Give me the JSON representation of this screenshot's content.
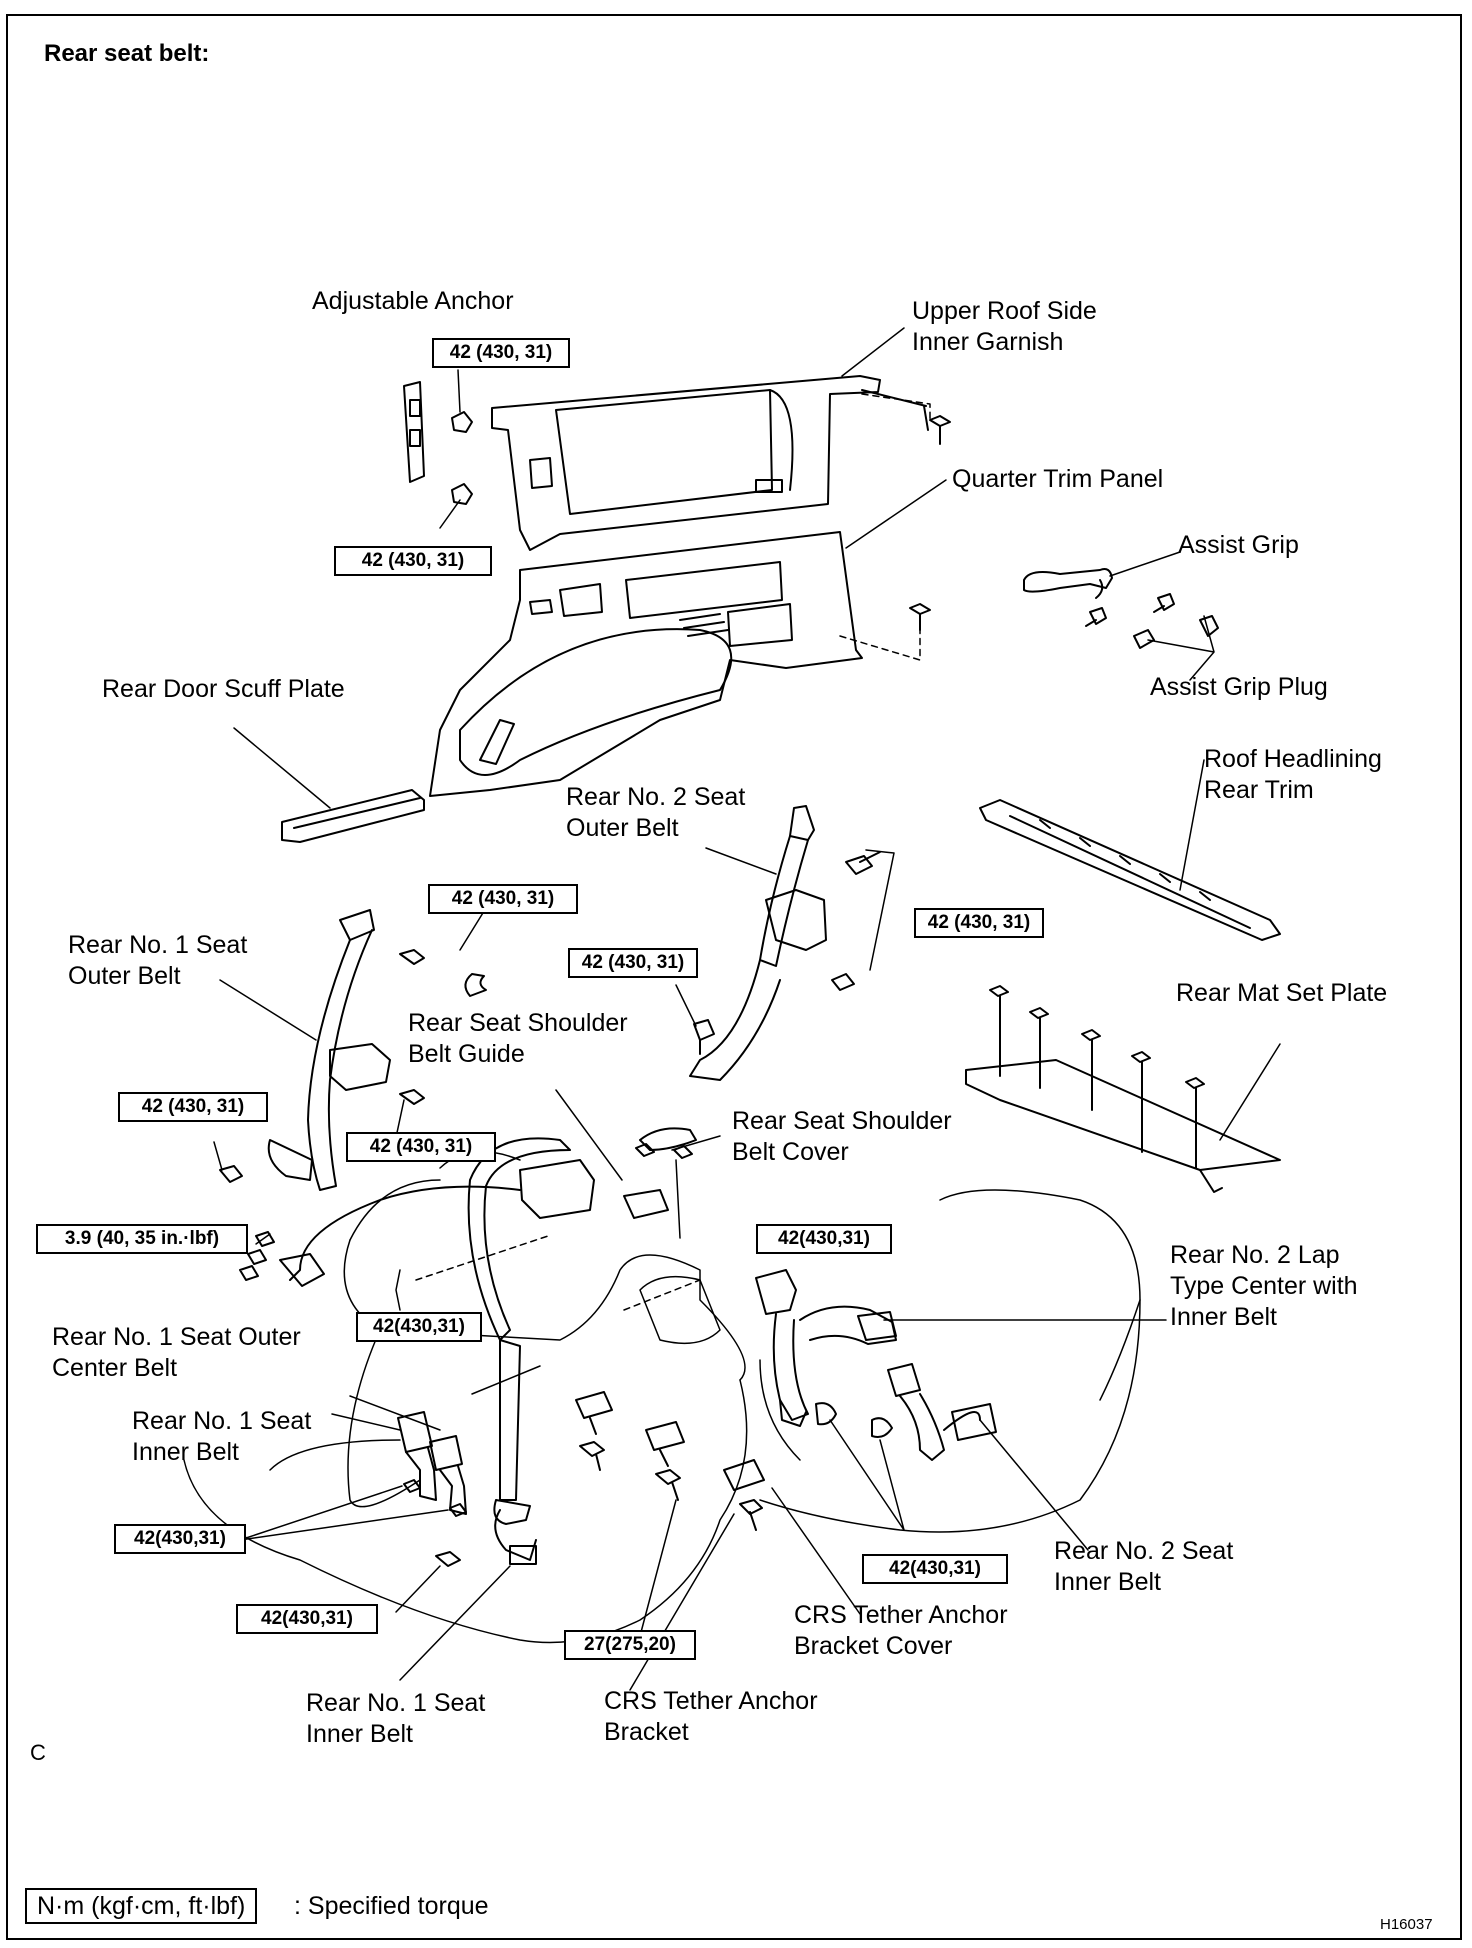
{
  "title": "Rear seat belt:",
  "labels": {
    "adjustable_anchor": "Adjustable Anchor",
    "upper_roof_side": [
      "Upper Roof Side",
      "Inner Garnish"
    ],
    "quarter_trim_panel": "Quarter Trim Panel",
    "assist_grip": "Assist Grip",
    "assist_grip_plug": "Assist Grip Plug",
    "rear_door_scuff_plate": "Rear Door Scuff Plate",
    "roof_headlining": [
      "Roof Headlining",
      "Rear Trim"
    ],
    "rear_no2_seat_outer_belt": [
      "Rear No. 2 Seat",
      "Outer Belt"
    ],
    "rear_no1_seat_outer_belt": [
      "Rear No. 1 Seat",
      "Outer Belt"
    ],
    "rear_mat_set_plate": "Rear Mat Set Plate",
    "shoulder_belt_guide": [
      "Rear Seat Shoulder",
      "Belt Guide"
    ],
    "shoulder_belt_cover": [
      "Rear  Seat  Shoulder",
      "Belt Cover"
    ],
    "rear_no2_lap_center": [
      "Rear No. 2 Lap",
      "Type Center with",
      "Inner Belt"
    ],
    "rear_no1_outer_center": [
      "Rear No. 1 Seat Outer",
      "Center Belt"
    ],
    "rear_no1_inner_upper": [
      "Rear No. 1 Seat",
      "Inner Belt"
    ],
    "rear_no2_inner": [
      "Rear No. 2 Seat",
      "Inner Belt"
    ],
    "crs_bracket_cover": [
      "CRS Tether Anchor",
      "Bracket Cover"
    ],
    "rear_no1_inner_lower": [
      "Rear No. 1 Seat",
      "Inner Belt"
    ],
    "crs_bracket": [
      "CRS Tether Anchor",
      "Bracket"
    ]
  },
  "torques": {
    "t1": "42 (430, 31)",
    "t2": "42 (430, 31)",
    "t3": "42 (430, 31)",
    "t4": "42 (430, 31)",
    "t5": "42 (430, 31)",
    "t6": "42 (430, 31)",
    "t7": "42 (430, 31)",
    "t8": "3.9 (40, 35 in.·lbf)",
    "t9": "42(430,31)",
    "t10": "42(430,31)",
    "t11": "42(430,31)",
    "t12": "42(430,31)",
    "t13": "42(430,31)",
    "t14": "27(275,20)"
  },
  "letter": "C",
  "legend": {
    "unit": "N·m (kgf·cm, ft·lbf)",
    "text": ": Specified torque"
  },
  "figure_code": "H16037"
}
